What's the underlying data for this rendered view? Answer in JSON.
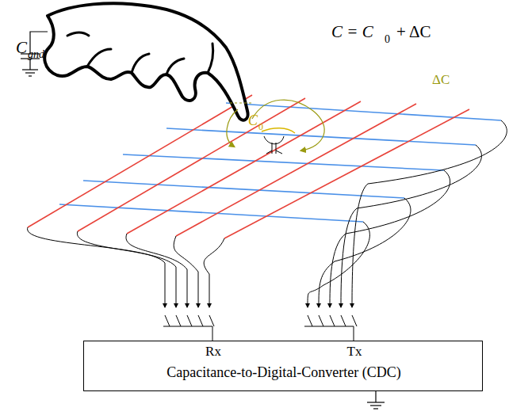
{
  "diagram": {
    "nodes": [
      {
        "text": [
          "Rx",
          "Tx",
          "Capacitance-to-Digital-Converter (CDC)"
        ]
      }
    ],
    "labels": [
      "C",
      "gnd",
      "C = C",
      "0",
      "+ ΔC",
      "ΔC",
      "C",
      "0"
    ]
  }
}
